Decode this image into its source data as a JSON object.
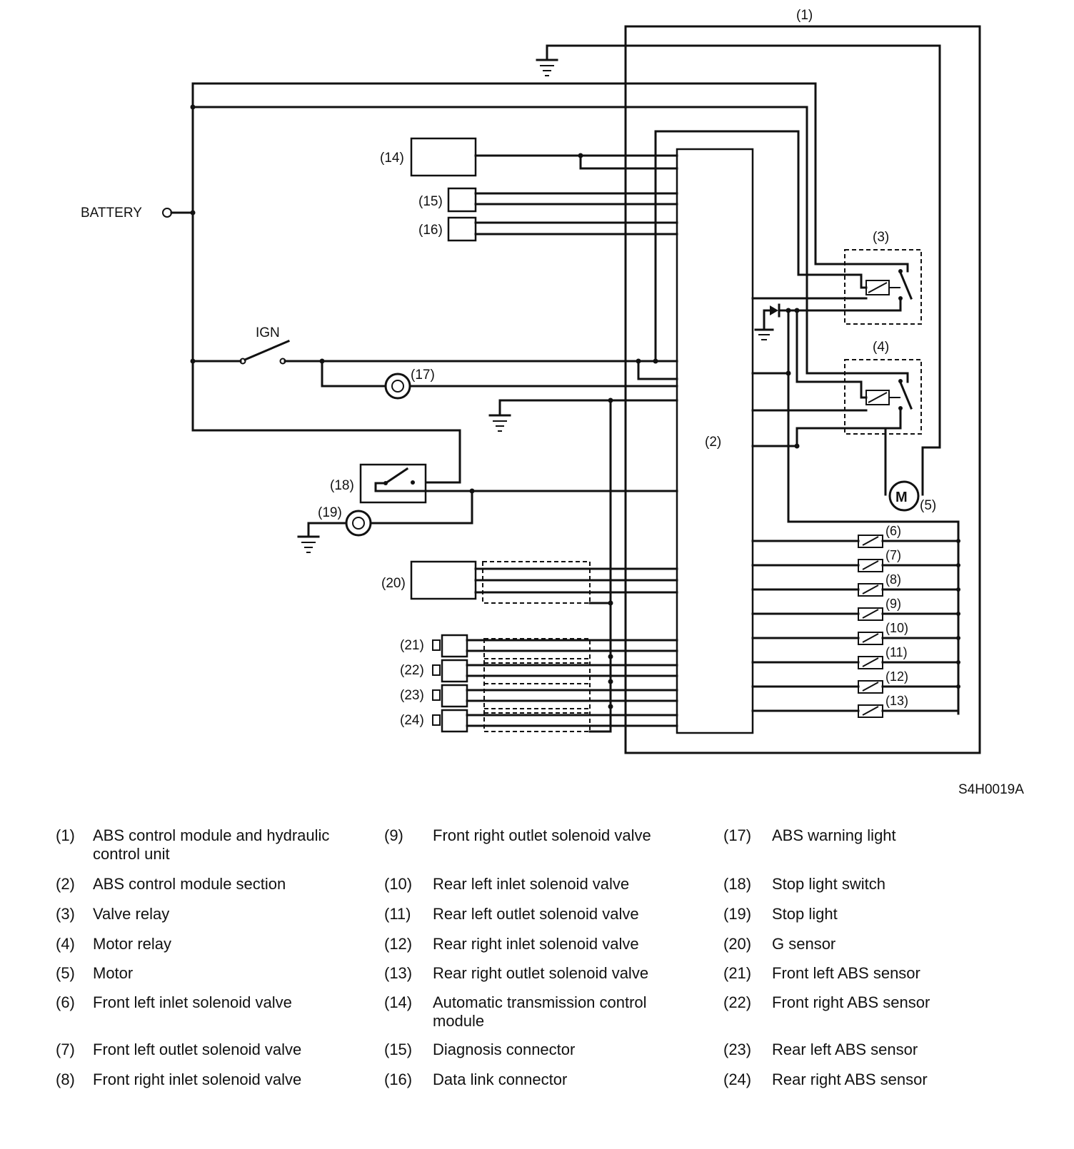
{
  "diagram": {
    "labels": {
      "battery": "BATTERY",
      "ign": "IGN",
      "motor_symbol": "M",
      "c1": "(1)",
      "c2": "(2)",
      "c3": "(3)",
      "c4": "(4)",
      "c5": "(5)",
      "c6": "(6)",
      "c7": "(7)",
      "c8": "(8)",
      "c9": "(9)",
      "c10": "(10)",
      "c11": "(11)",
      "c12": "(12)",
      "c13": "(13)",
      "c14": "(14)",
      "c15": "(15)",
      "c16": "(16)",
      "c17": "(17)",
      "c18": "(18)",
      "c19": "(19)",
      "c20": "(20)",
      "c21": "(21)",
      "c22": "(22)",
      "c23": "(23)",
      "c24": "(24)"
    },
    "figure_code": "S4H0019A"
  },
  "legend": [
    {
      "num": "(1)",
      "text": "ABS control module and hydraulic control unit"
    },
    {
      "num": "(2)",
      "text": "ABS control module section"
    },
    {
      "num": "(3)",
      "text": "Valve relay"
    },
    {
      "num": "(4)",
      "text": "Motor relay"
    },
    {
      "num": "(5)",
      "text": "Motor"
    },
    {
      "num": "(6)",
      "text": "Front left inlet solenoid valve"
    },
    {
      "num": "(7)",
      "text": "Front left outlet solenoid valve"
    },
    {
      "num": "(8)",
      "text": "Front right inlet solenoid valve"
    },
    {
      "num": "(9)",
      "text": "Front right outlet solenoid valve"
    },
    {
      "num": "(10)",
      "text": "Rear left inlet solenoid valve"
    },
    {
      "num": "(11)",
      "text": "Rear left outlet solenoid valve"
    },
    {
      "num": "(12)",
      "text": "Rear right inlet solenoid valve"
    },
    {
      "num": "(13)",
      "text": "Rear right outlet solenoid valve"
    },
    {
      "num": "(14)",
      "text": "Automatic transmission control module"
    },
    {
      "num": "(15)",
      "text": "Diagnosis connector"
    },
    {
      "num": "(16)",
      "text": "Data link connector"
    },
    {
      "num": "(17)",
      "text": "ABS warning light"
    },
    {
      "num": "(18)",
      "text": "Stop light switch"
    },
    {
      "num": "(19)",
      "text": "Stop light"
    },
    {
      "num": "(20)",
      "text": "G sensor"
    },
    {
      "num": "(21)",
      "text": "Front left ABS sensor"
    },
    {
      "num": "(22)",
      "text": "Front right ABS sensor"
    },
    {
      "num": "(23)",
      "text": "Rear left ABS sensor"
    },
    {
      "num": "(24)",
      "text": "Rear right ABS sensor"
    }
  ]
}
